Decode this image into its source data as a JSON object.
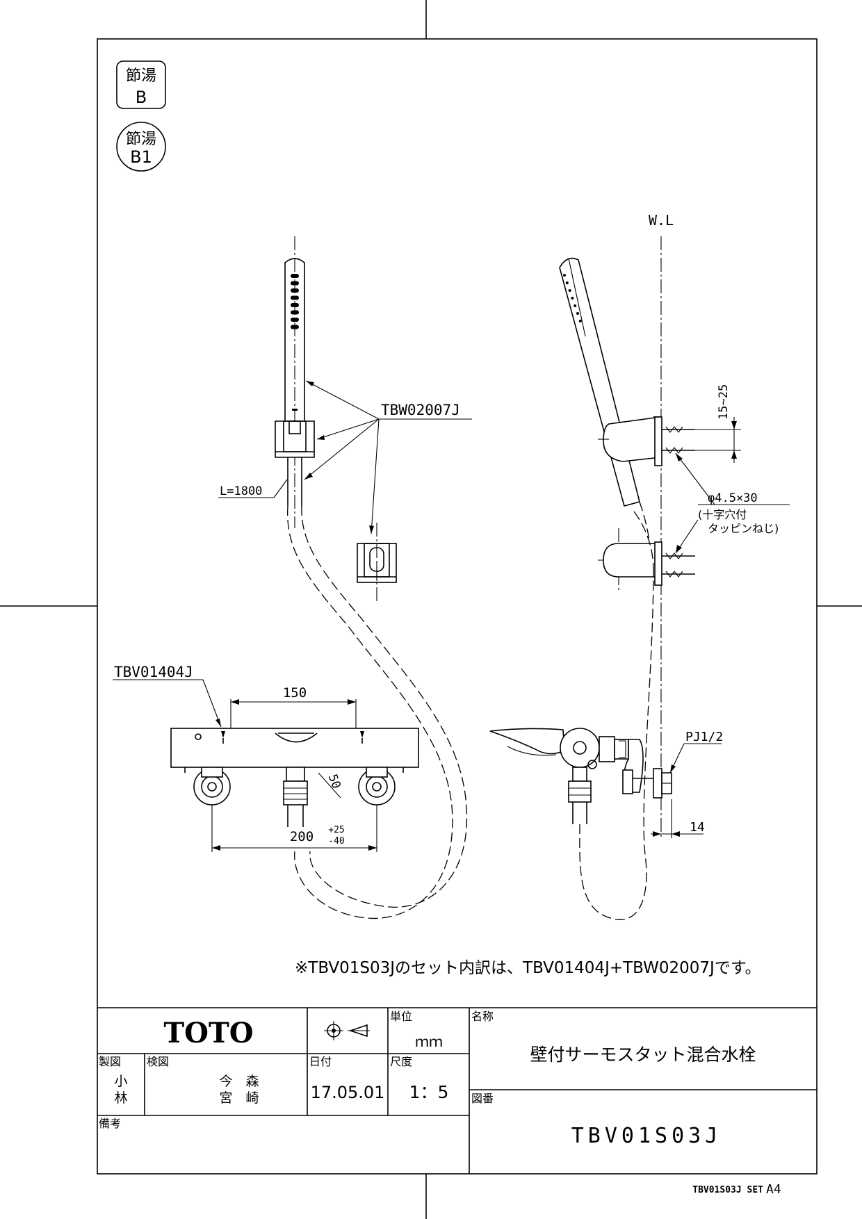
{
  "badges": {
    "b_label_top": "節湯",
    "b_label_bottom": "B",
    "b1_label_top": "節湯",
    "b1_label_bottom": "B1"
  },
  "annotations": {
    "wl": "W.L",
    "shower_part": "TBW02007J",
    "hose_length": "L=1800",
    "faucet_part": "TBV01404J",
    "dim_150": "150",
    "dim_50": "50",
    "dim_200": "200",
    "tol_plus": "+25",
    "tol_minus": "-40",
    "dim_15_25": "15~25",
    "screw_spec": "φ4.5×30",
    "screw_note_1": "(十字穴付",
    "screw_note_2": "タッピンねじ)",
    "pipe_thread": "PJ1/2",
    "dim_14": "14",
    "set_note": "※TBV01S03Jのセット内訳は、TBV01404J+TBW02007Jです。"
  },
  "title_block": {
    "logo": "TOTO",
    "unit_label": "単位",
    "unit_value": "ｍｍ",
    "name_label": "名称",
    "product_name": "壁付サーモスタット混合水栓",
    "drawn_label": "製図",
    "drawn_by_1": "小",
    "drawn_by_2": "林",
    "checked_label": "検図",
    "checked_by_1": "今　森",
    "checked_by_2": "宮　崎",
    "date_label": "日付",
    "date_value": "17.05.01",
    "scale_label": "尺度",
    "scale_value": "1：5",
    "drawing_no_label": "図番",
    "drawing_no": "TBV01S03J",
    "remarks_label": "備考"
  },
  "footer": {
    "set_code": "TBV01S03J SET",
    "paper_size": "A4"
  }
}
